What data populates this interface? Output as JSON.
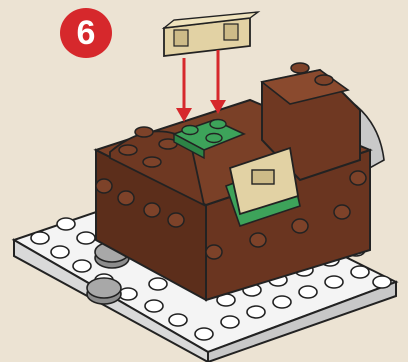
{
  "instruction": {
    "step_number": "6"
  },
  "colors": {
    "background": "#ece3d3",
    "badge": "#d6282c",
    "brick_brown": "#6a3520",
    "brick_green": "#3da35a",
    "tan_piece": "#e2d2a4",
    "baseplate": "#f4f4f4",
    "arrow": "#d6282c",
    "stud_gray": "#8c8c8c"
  },
  "icons": [
    "step-badge",
    "down-arrow",
    "tan-clip-piece",
    "brown-brick-assembly",
    "white-baseplate"
  ]
}
